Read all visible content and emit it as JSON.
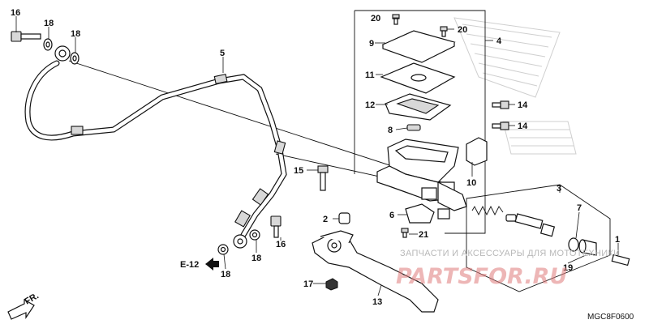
{
  "diagram_code": "MGC8F0600",
  "reference_label": "E-12",
  "fr_label": "FR.",
  "watermark": {
    "tagline": "ЗАПЧАСТИ И АКСЕССУАРЫ ДЛЯ МОТОТЕХНИКИ",
    "brand": "PARTSFOR.RU"
  },
  "callouts": {
    "c1": "1",
    "c2": "2",
    "c3": "3",
    "c4": "4",
    "c5": "5",
    "c6": "6",
    "c7": "7",
    "c8": "8",
    "c9": "9",
    "c10": "10",
    "c11": "11",
    "c12": "12",
    "c13": "13",
    "c14a": "14",
    "c14b": "14",
    "c15": "15",
    "c16a": "16",
    "c16b": "16",
    "c17": "17",
    "c18a": "18",
    "c18b": "18",
    "c18c": "18",
    "c18d": "18",
    "c19": "19",
    "c20a": "20",
    "c20b": "20",
    "c21": "21"
  }
}
